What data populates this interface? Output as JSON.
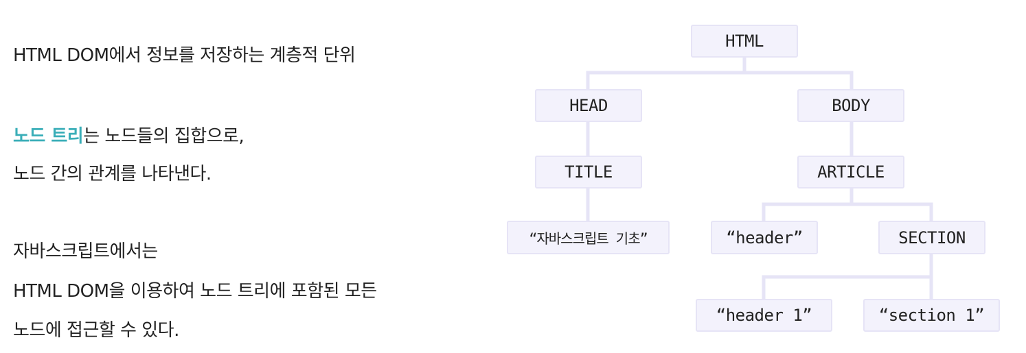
{
  "description": {
    "line1": "HTML DOM에서 정보를 저장하는 계층적 단위",
    "line2_highlight": "노드 트리",
    "line2_rest": "는 노드들의 집합으로,",
    "line3": "노드 간의 관계를 나타낸다.",
    "line4": "자바스크립트에서는",
    "line5": "HTML DOM을 이용하여 노드 트리에 포함된 모든",
    "line6": "노드에 접근할 수 있다."
  },
  "tree": {
    "nodes": {
      "html": "HTML",
      "head": "HEAD",
      "body": "BODY",
      "title": "TITLE",
      "article": "ARTICLE",
      "title_text": "“자바스크립트 기초”",
      "header_text": "“header”",
      "section": "SECTION",
      "header1_text": "“header 1”",
      "section1_text": "“section 1”"
    },
    "colors": {
      "connector": "#e6e4f6",
      "node_fill": "#f3f2fc",
      "highlight": "#3aaeb8"
    }
  }
}
